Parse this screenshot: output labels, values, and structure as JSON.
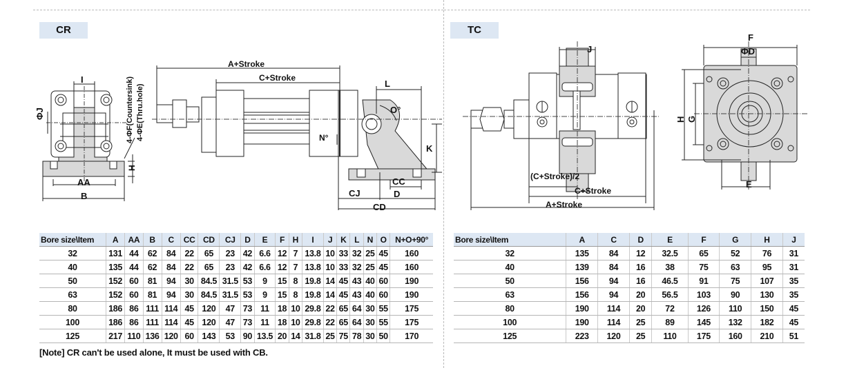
{
  "cr": {
    "tag": "CR",
    "drawing_labels": {
      "a_stroke": "A+Stroke",
      "c_stroke": "C+Stroke",
      "i": "I",
      "phi_j": "ΦJ",
      "f_countersink": "4-ΦF(Countersink)",
      "e_thru_hole": "4-ΦE(Thru.hole)",
      "h": "H",
      "aa": "AA",
      "b": "B",
      "l": "L",
      "o_deg": "O°",
      "n_deg": "N°",
      "k": "K",
      "cc": "CC",
      "cj": "CJ",
      "d": "D",
      "cd": "CD"
    },
    "table": {
      "headers": [
        "Bore size\\Item",
        "A",
        "AA",
        "B",
        "C",
        "CC",
        "CD",
        "CJ",
        "D",
        "E",
        "F",
        "H",
        "I",
        "J",
        "K",
        "L",
        "N",
        "O",
        "N+O+90°"
      ],
      "rows": [
        [
          "32",
          "131",
          "44",
          "62",
          "84",
          "22",
          "65",
          "23",
          "42",
          "6.6",
          "12",
          "7",
          "13.8",
          "10",
          "33",
          "32",
          "25",
          "45",
          "160"
        ],
        [
          "40",
          "135",
          "44",
          "62",
          "84",
          "22",
          "65",
          "23",
          "42",
          "6.6",
          "12",
          "7",
          "13.8",
          "10",
          "33",
          "32",
          "25",
          "45",
          "160"
        ],
        [
          "50",
          "152",
          "60",
          "81",
          "94",
          "30",
          "84.5",
          "31.5",
          "53",
          "9",
          "15",
          "8",
          "19.8",
          "14",
          "45",
          "43",
          "40",
          "60",
          "190"
        ],
        [
          "63",
          "152",
          "60",
          "81",
          "94",
          "30",
          "84.5",
          "31.5",
          "53",
          "9",
          "15",
          "8",
          "19.8",
          "14",
          "45",
          "43",
          "40",
          "60",
          "190"
        ],
        [
          "80",
          "186",
          "86",
          "111",
          "114",
          "45",
          "120",
          "47",
          "73",
          "11",
          "18",
          "10",
          "29.8",
          "22",
          "65",
          "64",
          "30",
          "55",
          "175"
        ],
        [
          "100",
          "186",
          "86",
          "111",
          "114",
          "45",
          "120",
          "47",
          "73",
          "11",
          "18",
          "10",
          "29.8",
          "22",
          "65",
          "64",
          "30",
          "55",
          "175"
        ],
        [
          "125",
          "217",
          "110",
          "136",
          "120",
          "60",
          "143",
          "53",
          "90",
          "13.5",
          "20",
          "14",
          "31.8",
          "25",
          "75",
          "78",
          "30",
          "50",
          "170"
        ]
      ]
    },
    "note": "[Note] CR can't be used alone, It must be used with CB."
  },
  "tc": {
    "tag": "TC",
    "drawing_labels": {
      "j": "J",
      "half_c_stroke": "(C+Stroke)/2",
      "c_stroke": "C+Stroke",
      "a_stroke": "A+Stroke",
      "f": "F",
      "phi_d": "ΦD",
      "h": "H",
      "g": "G",
      "e": "E"
    },
    "table": {
      "headers": [
        "Bore size\\Item",
        "A",
        "C",
        "D",
        "E",
        "F",
        "G",
        "H",
        "J"
      ],
      "rows": [
        [
          "32",
          "135",
          "84",
          "12",
          "32.5",
          "65",
          "52",
          "76",
          "31"
        ],
        [
          "40",
          "139",
          "84",
          "16",
          "38",
          "75",
          "63",
          "95",
          "31"
        ],
        [
          "50",
          "156",
          "94",
          "16",
          "46.5",
          "91",
          "75",
          "107",
          "35"
        ],
        [
          "63",
          "156",
          "94",
          "20",
          "56.5",
          "103",
          "90",
          "130",
          "35"
        ],
        [
          "80",
          "190",
          "114",
          "20",
          "72",
          "126",
          "110",
          "150",
          "45"
        ],
        [
          "100",
          "190",
          "114",
          "25",
          "89",
          "145",
          "132",
          "182",
          "45"
        ],
        [
          "125",
          "223",
          "120",
          "25",
          "110",
          "175",
          "160",
          "210",
          "51"
        ]
      ]
    }
  },
  "colors": {
    "tag_bg": "#dde7f3",
    "part_fill": "#d9d9d9",
    "line": "#222222"
  }
}
